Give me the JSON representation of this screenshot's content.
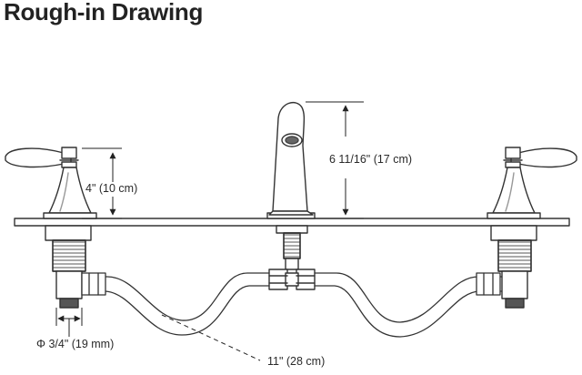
{
  "title": "Rough-in Drawing",
  "dimensions": {
    "handle_height": "4\" (10 cm)",
    "spout_height": "6 11/16\" (17 cm)",
    "spread": "11\" (28 cm)",
    "connection": "Φ 3/4\" (19 mm)"
  },
  "colors": {
    "line": "#333333",
    "text": "#2a2a2a",
    "background": "#ffffff"
  }
}
